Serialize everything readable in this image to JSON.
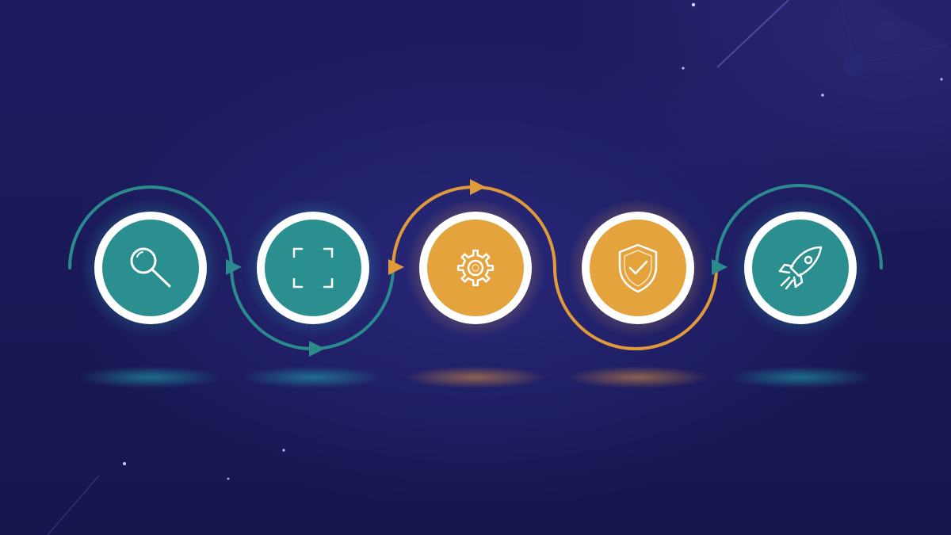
{
  "colors": {
    "background": "#1b1a5c",
    "teal": "#2b8f8f",
    "teal_arc": "#2a8a8c",
    "orange": "#e5a33d",
    "orange_arc": "#e09a3a",
    "ring": "#ffffff"
  },
  "steps": [
    {
      "icon": "search-icon",
      "color": "teal"
    },
    {
      "icon": "scan-frame-icon",
      "color": "teal"
    },
    {
      "icon": "gear-icon",
      "color": "orange"
    },
    {
      "icon": "shield-check-icon",
      "color": "orange"
    },
    {
      "icon": "rocket-icon",
      "color": "teal"
    }
  ]
}
